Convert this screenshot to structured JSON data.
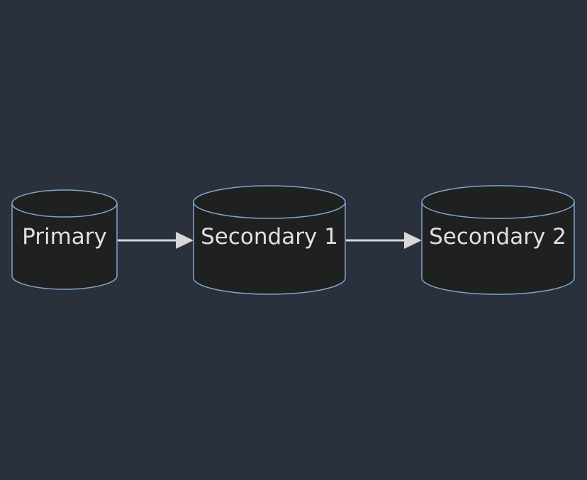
{
  "colors": {
    "background": "#2a303c",
    "node_fill": "#1f2020",
    "node_stroke": "#81a6cf",
    "edge": "#d7d7d7",
    "label": "#e0e0e0"
  },
  "nodes": [
    {
      "id": "primary",
      "label": "Primary",
      "icon": "database-icon"
    },
    {
      "id": "secondary-1",
      "label": "Secondary 1",
      "icon": "database-icon"
    },
    {
      "id": "secondary-2",
      "label": "Secondary 2",
      "icon": "database-icon"
    }
  ],
  "edges": [
    {
      "from": "primary",
      "to": "secondary-1"
    },
    {
      "from": "secondary-1",
      "to": "secondary-2"
    }
  ]
}
